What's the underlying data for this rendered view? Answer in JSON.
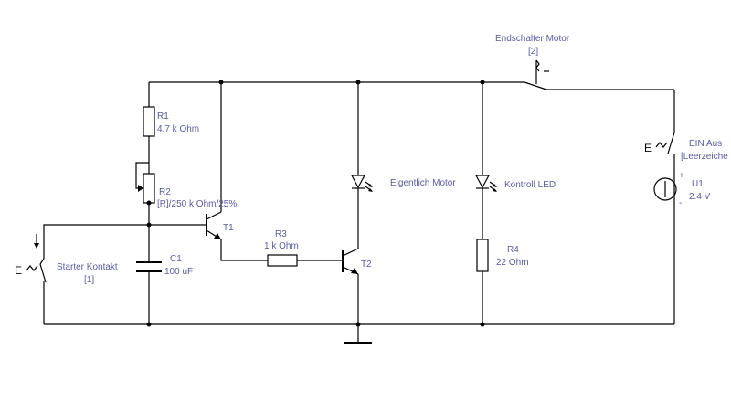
{
  "colors": {
    "wire": "#000000",
    "label": "#5a5aa8",
    "background": "#ffffff"
  },
  "components": {
    "r1": {
      "name": "R1",
      "value": "4.7 k Ohm"
    },
    "r2": {
      "name": "R2",
      "value": "[R]/250 k Ohm/25%"
    },
    "c1": {
      "name": "C1",
      "value": "100 uF"
    },
    "t1": {
      "name": "T1"
    },
    "r3": {
      "name": "R3",
      "value": "1 k Ohm"
    },
    "t2": {
      "name": "T2"
    },
    "motor_led": {
      "name": "Eigentlich Motor"
    },
    "kontroll_led": {
      "name": "Kontroll LED"
    },
    "r4": {
      "name": "R4",
      "value": "22  Ohm"
    },
    "starter": {
      "name": "Starter Kontakt",
      "key": "[1]",
      "prefix": "E"
    },
    "endschalter": {
      "name": "Endschalter Motor",
      "key": "[2]"
    },
    "ein_aus": {
      "name": "EIN Aus",
      "key": "[Leerzeiche",
      "prefix": "E"
    },
    "u1": {
      "name": "U1",
      "value": "2.4 V",
      "plus": "+",
      "minus": "-"
    }
  }
}
